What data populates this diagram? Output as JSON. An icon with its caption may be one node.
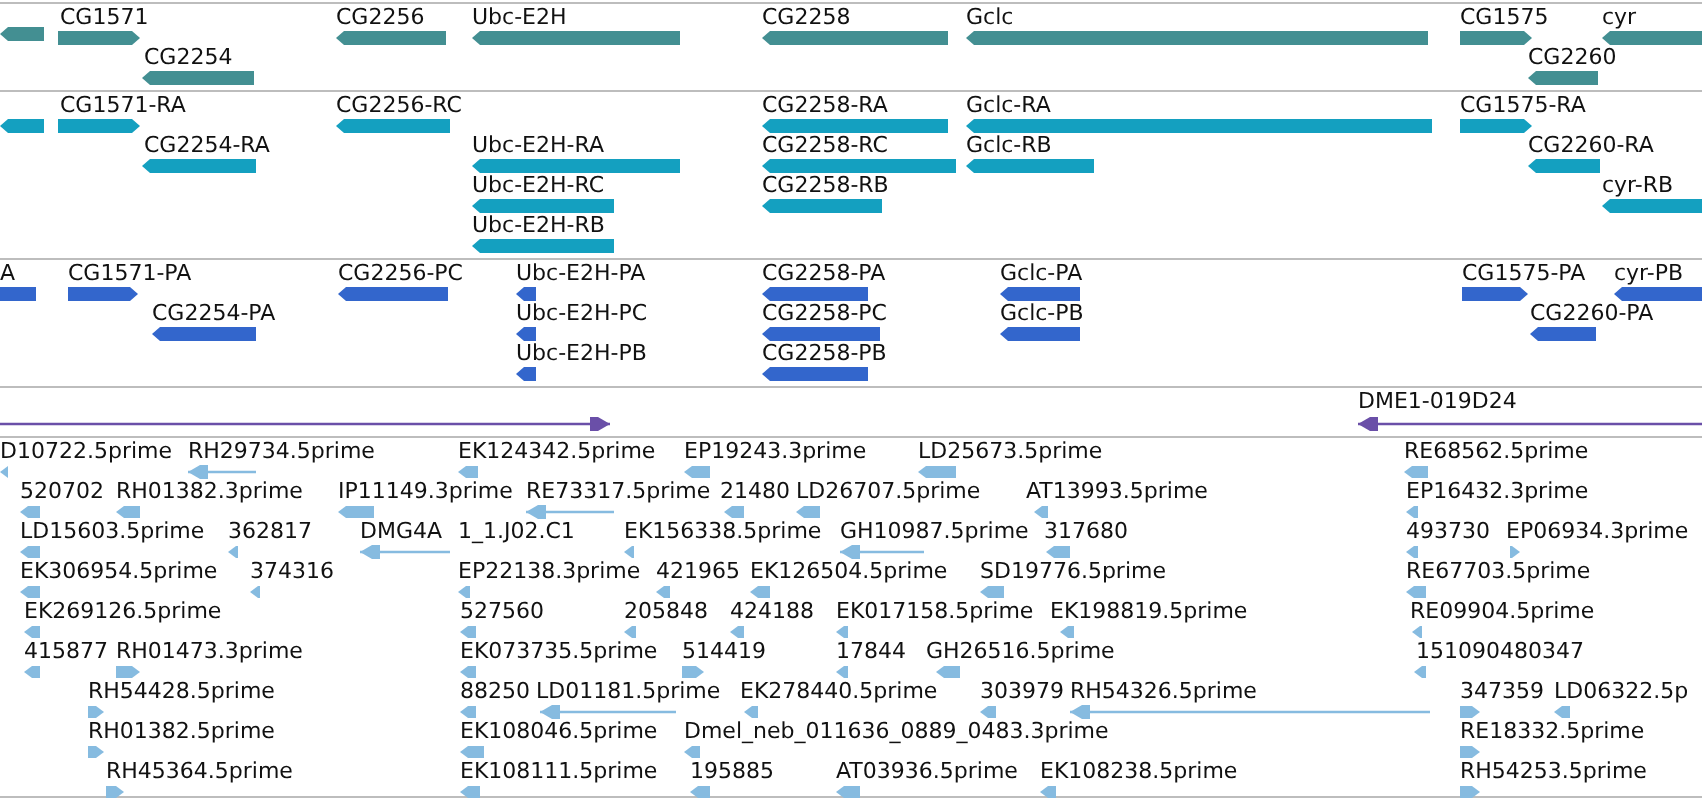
{
  "diagram": {
    "labels": [
      "CG1571",
      "CG2256",
      "Ubc-E2H",
      "CG2258",
      "Gclc",
      "CG1575",
      "cyr",
      "CG2254",
      "CG2260",
      "CG1571-RA",
      "CG2256-RC",
      "CG2258-RA",
      "Gclc-RA",
      "CG1575-RA",
      "CG2254-RA",
      "Ubc-E2H-RA",
      "CG2258-RC",
      "Gclc-RB",
      "CG2260-RA",
      "Ubc-E2H-RC",
      "CG2258-RB",
      "cyr-RB",
      "Ubc-E2H-RB",
      "A",
      "CG1571-PA",
      "CG2256-PC",
      "Ubc-E2H-PA",
      "CG2258-PA",
      "Gclc-PA",
      "CG1575-PA",
      "cyr-PB",
      "CG2254-PA",
      "Ubc-E2H-PC",
      "CG2258-PC",
      "Gclc-PB",
      "CG2260-PA",
      "Ubc-E2H-PB",
      "CG2258-PB",
      "DME1-019D24",
      "D10722.5prime",
      "RH29734.5prime",
      "EK124342.5prime",
      "EP19243.3prime",
      "LD25673.5prime",
      "RE68562.5prime",
      "520702",
      "RH01382.3prime",
      "IP11149.3prime",
      "RE73317.5prime",
      "21480",
      "LD26707.5prime",
      "AT13993.5prime",
      "EP16432.3prime",
      "LD15603.5prime",
      "362817",
      "DMG4A",
      "1_1.J02.C1",
      "EK156338.5prime",
      "GH10987.5prime",
      "317680",
      "493730",
      "EP06934.3prime",
      "EK306954.5prime",
      "374316",
      "EP22138.3prime",
      "421965",
      "EK126504.5prime",
      "SD19776.5prime",
      "RE67703.5prime",
      "EK269126.5prime",
      "527560",
      "205848",
      "424188",
      "EK017158.5prime",
      "EK198819.5prime",
      "RE09904.5prime",
      "415877",
      "RH01473.3prime",
      "EK073735.5prime",
      "514419",
      "17844",
      "GH26516.5prime",
      "151090480347",
      "RH54428.5prime",
      "88250",
      "LD01181.5prime",
      "EK278440.5prime",
      "303979",
      "RH54326.5prime",
      "347359",
      "LD06322.5p",
      "RH01382.5prime",
      "EK108046.5prime",
      "Dmel_neb_011636_0889_0483.3prime",
      "RE18332.5prime",
      "RH45364.5prime",
      "EK108111.5prime",
      "195885",
      "AT03936.5prime",
      "EK108238.5prime",
      "RH54253.5prime"
    ]
  }
}
